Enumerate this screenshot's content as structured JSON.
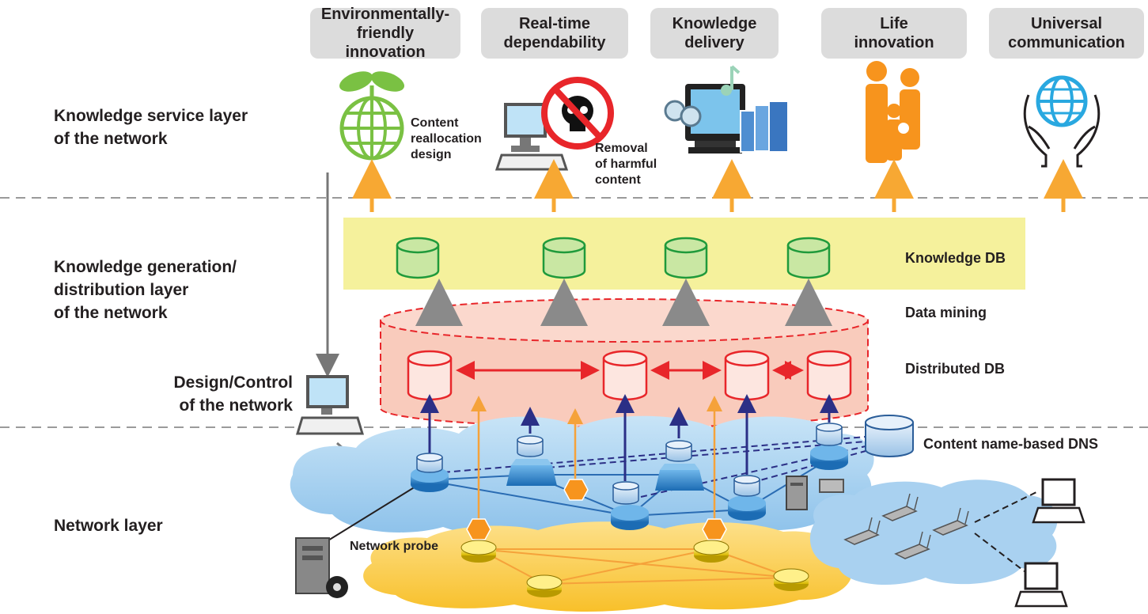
{
  "categories": [
    {
      "line1": "Environmentally-",
      "line2": "friendly innovation"
    },
    {
      "line1": "Real-time",
      "line2": "dependability"
    },
    {
      "line1": "Knowledge",
      "line2": "delivery"
    },
    {
      "line1": "Life",
      "line2": "innovation"
    },
    {
      "line1": "Universal",
      "line2": "communication"
    }
  ],
  "layers": {
    "service": {
      "line1": "Knowledge service layer",
      "line2": "of the network"
    },
    "generation": {
      "line1": "Knowledge generation/",
      "line2": "distribution layer",
      "line3": "of the network"
    },
    "design": {
      "line1": "Design/Control",
      "line2": "of the network"
    },
    "network": "Network layer"
  },
  "annotations": {
    "content_reallocation": {
      "line1": "Content",
      "line2": "reallocation",
      "line3": "design"
    },
    "removal": {
      "line1": "Removal",
      "line2": "of harmful",
      "line3": "content"
    },
    "knowledge_db": "Knowledge DB",
    "data_mining": "Data mining",
    "distributed_db": "Distributed DB",
    "content_dns": "Content name-based DNS",
    "network_probe": "Network probe"
  },
  "colors": {
    "service_arrow": "#f7a833",
    "knowledge_band": "#f5f19c",
    "knowledge_db": "#1f9a3b",
    "distributed_db": "#e8262a",
    "mining_arrow": "#8a8a8a",
    "uplink": "#2b2f86",
    "probe": "#f5a23a",
    "network_cloud": "#9fcdee",
    "probe_cloud": "#fbd05a",
    "wireless_cloud": "#a9d1f0"
  }
}
